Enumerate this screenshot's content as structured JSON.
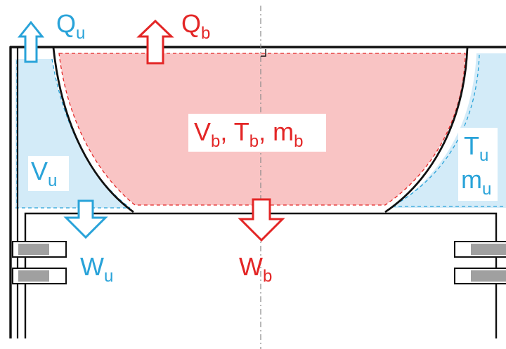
{
  "colors": {
    "burned": "#e32626",
    "unburned": "#29a3d9",
    "burned_fill": "#f9c4c4",
    "unburned_fill": "#d3ebf8",
    "structure": "#111111",
    "centerline": "#8a8a8a"
  },
  "labels": {
    "q_unburned": {
      "main": "Q",
      "sub": "u"
    },
    "q_burned": {
      "main": "Q",
      "sub": "b"
    },
    "burned_state": {
      "v": "V",
      "v_sub": "b",
      "t": "T",
      "t_sub": "b",
      "m": "m",
      "m_sub": "b",
      "sep": ", "
    },
    "v_unburned": {
      "main": "V",
      "sub": "u"
    },
    "t_unburned": {
      "main": "T",
      "sub": "u"
    },
    "m_unburned": {
      "main": "m",
      "sub": "u"
    },
    "w_unburned": {
      "main": "W",
      "sub": "u"
    },
    "w_burned": {
      "main": "W",
      "sub": "b"
    }
  }
}
